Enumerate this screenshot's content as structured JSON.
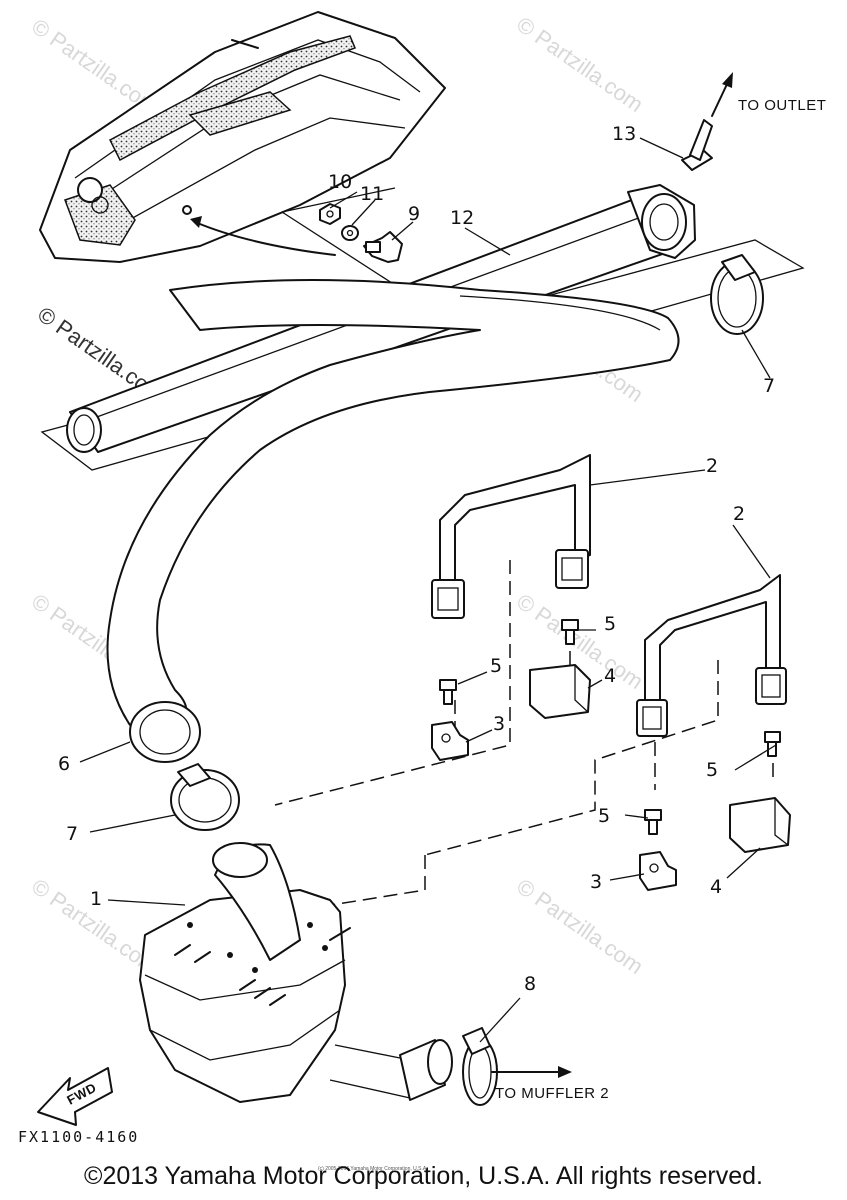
{
  "callouts": {
    "c1": "1",
    "c2a": "2",
    "c2b": "2",
    "c3a": "3",
    "c3b": "3",
    "c4a": "4",
    "c4b": "4",
    "c5a": "5",
    "c5b": "5",
    "c5c": "5",
    "c5d": "5",
    "c6": "6",
    "c7a": "7",
    "c7b": "7",
    "c8": "8",
    "c9": "9",
    "c10": "10",
    "c11": "11",
    "c12": "12",
    "c13": "13"
  },
  "notes": {
    "to_outlet": "TO OUTLET",
    "to_muffler": "TO MUFFLER 2",
    "fwd": "FWD",
    "diagram_code": "FX1100-4160"
  },
  "watermarks": {
    "main": "© Partzilla.com",
    "small": "(c) 2005-2016 Yamaha Motor Corporation, U.S.A."
  },
  "footer": {
    "copyright": "©2013 Yamaha Motor Corporation, U.S.A. All rights reserved."
  }
}
